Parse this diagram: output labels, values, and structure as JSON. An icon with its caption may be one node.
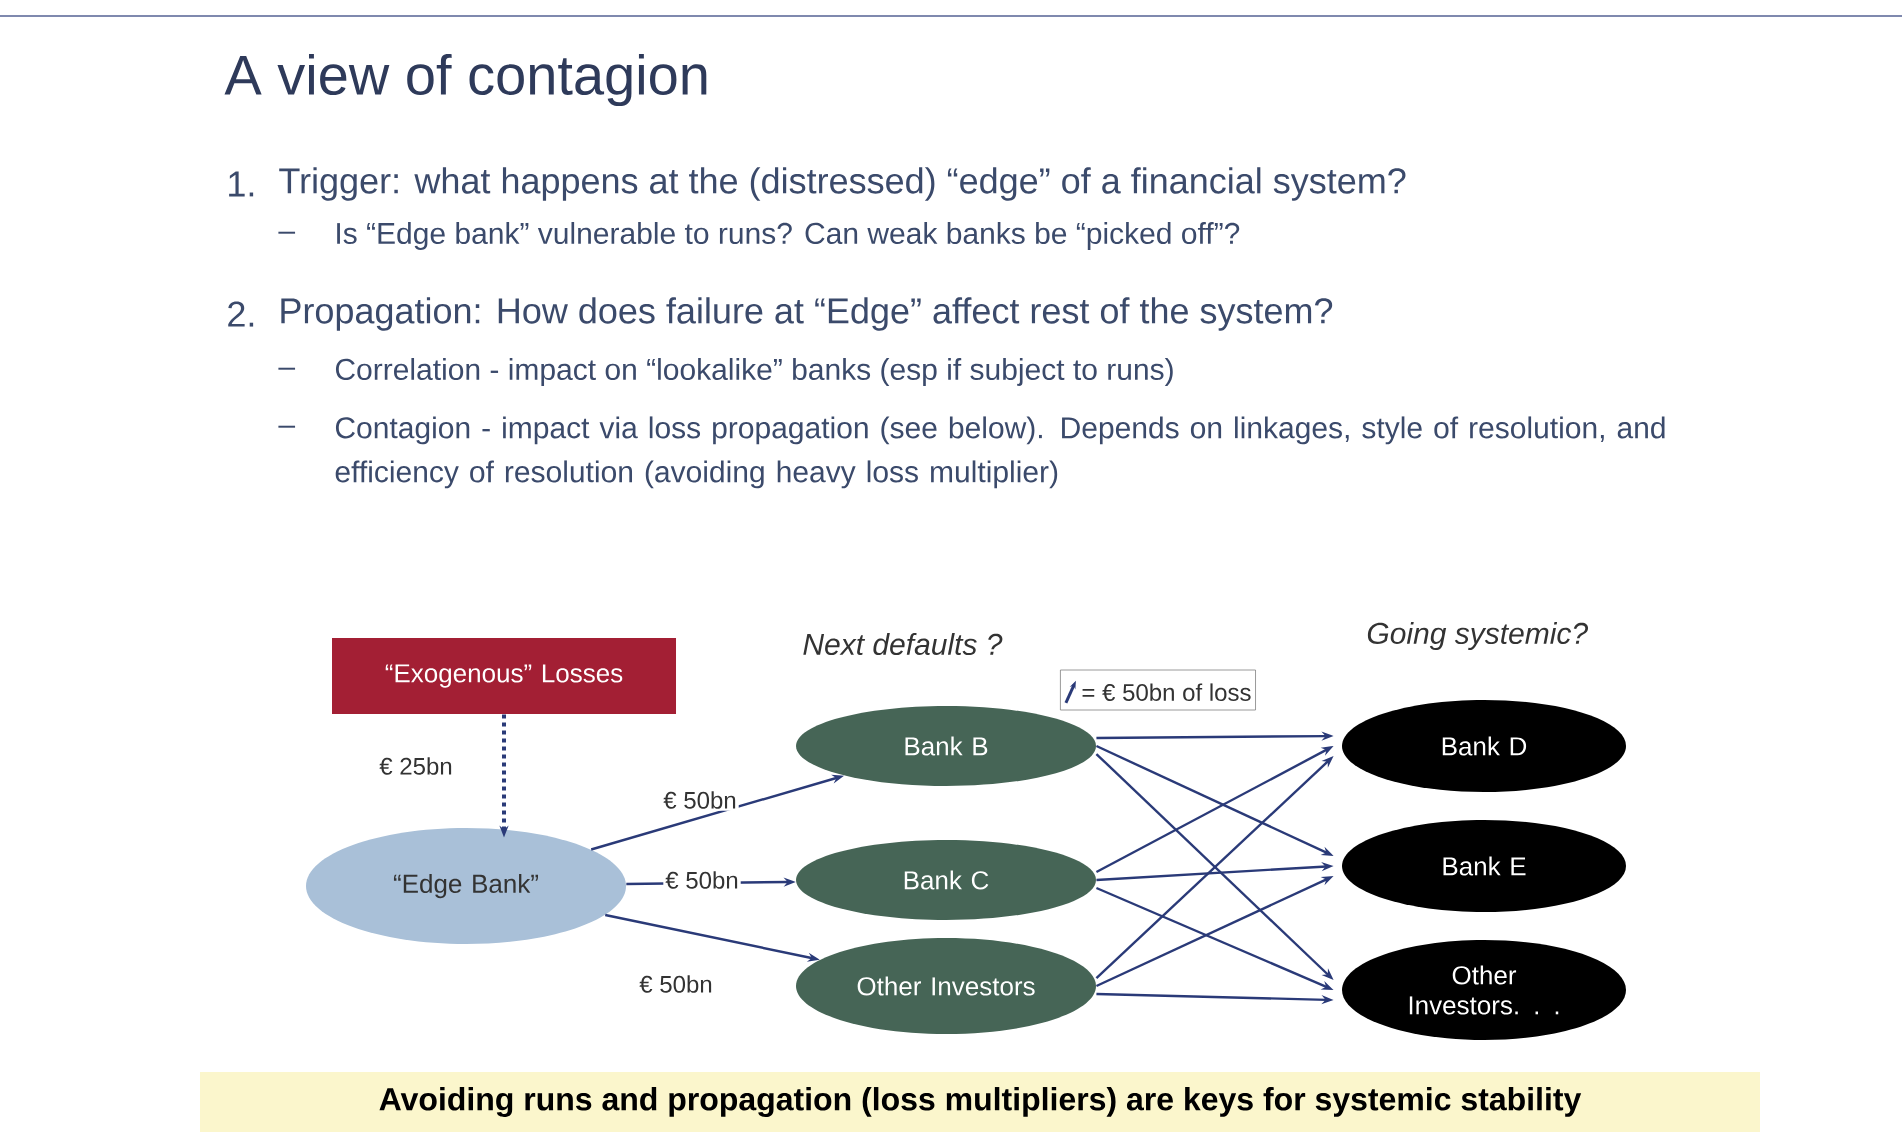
{
  "diagram": {
    "title": "A view of contagion",
    "nodes": [
      {
        "text": [
          "“Exogenous” Losses"
        ]
      },
      {
        "text": [
          "“Edge Bank”"
        ]
      },
      {
        "text": [
          "Bank B"
        ]
      },
      {
        "text": [
          "Bank C"
        ]
      },
      {
        "text": [
          "Other Investors"
        ]
      },
      {
        "text": [
          "Bank D"
        ]
      },
      {
        "text": [
          "Bank E"
        ]
      },
      {
        "text": [
          "Other Investors. . ."
        ]
      }
    ],
    "edges": [
      {
        "from": 0,
        "to": 1,
        "arrow": "to",
        "style": "dashed",
        "label": "€ 25bn"
      },
      {
        "from": 1,
        "to": 2,
        "arrow": "to",
        "label": "€ 50bn"
      },
      {
        "from": 1,
        "to": 3,
        "arrow": "to",
        "label": "€ 50bn"
      },
      {
        "from": 1,
        "to": 4,
        "arrow": "to",
        "label": "€ 50bn"
      },
      {
        "from": 2,
        "to": 5,
        "arrow": "to"
      },
      {
        "from": 2,
        "to": 6,
        "arrow": "to"
      },
      {
        "from": 2,
        "to": 7,
        "arrow": "to"
      },
      {
        "from": 3,
        "to": 5,
        "arrow": "to"
      },
      {
        "from": 3,
        "to": 6,
        "arrow": "to"
      },
      {
        "from": 3,
        "to": 7,
        "arrow": "to"
      },
      {
        "from": 4,
        "to": 5,
        "arrow": "to"
      },
      {
        "from": 4,
        "to": 6,
        "arrow": "to"
      },
      {
        "from": 4,
        "to": 7,
        "arrow": "to"
      }
    ],
    "labels": [
      "1.",
      "Trigger: what happens at the (distressed) “edge” of a financial system?",
      "–",
      "Is “Edge bank” vulnerable to runs? Can weak banks be “picked off”?",
      "2.",
      "Propagation: How does failure at “Edge” affect rest of the system?",
      "–",
      "Correlation - impact on “lookalike” banks (esp if subject to runs)",
      "–",
      "Contagion - impact via loss propagation (see below). Depends on linkages, style of resolution, and efficiency of resolution (avoiding heavy loss multiplier)",
      "Next defaults ?",
      "Going systemic?",
      "Avoiding runs and propagation (loss multipliers) are keys for systemic stability"
    ],
    "legend": [
      {
        "text": "= € 50bn of loss"
      }
    ]
  }
}
